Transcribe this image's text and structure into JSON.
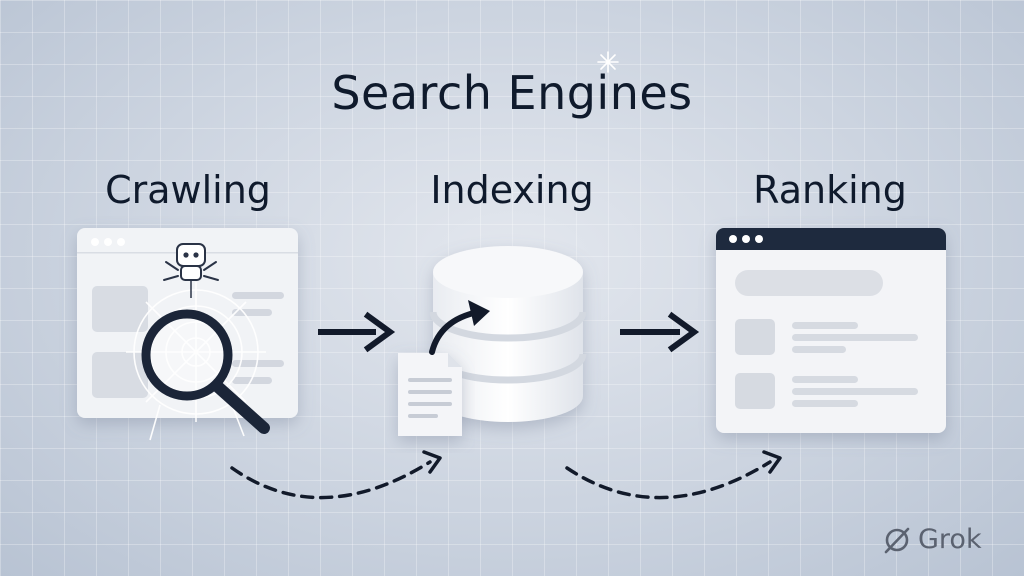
{
  "title": "Search Engines",
  "steps": [
    {
      "label": "Crawling"
    },
    {
      "label": "Indexing"
    },
    {
      "label": "Ranking"
    }
  ],
  "brand": {
    "name": "Grok"
  },
  "colors": {
    "ink": "#0f1a2c",
    "panel": "#f4f5f8",
    "panel_block": "#d6dae2",
    "titlebar_dark": "#1e2a3e"
  }
}
